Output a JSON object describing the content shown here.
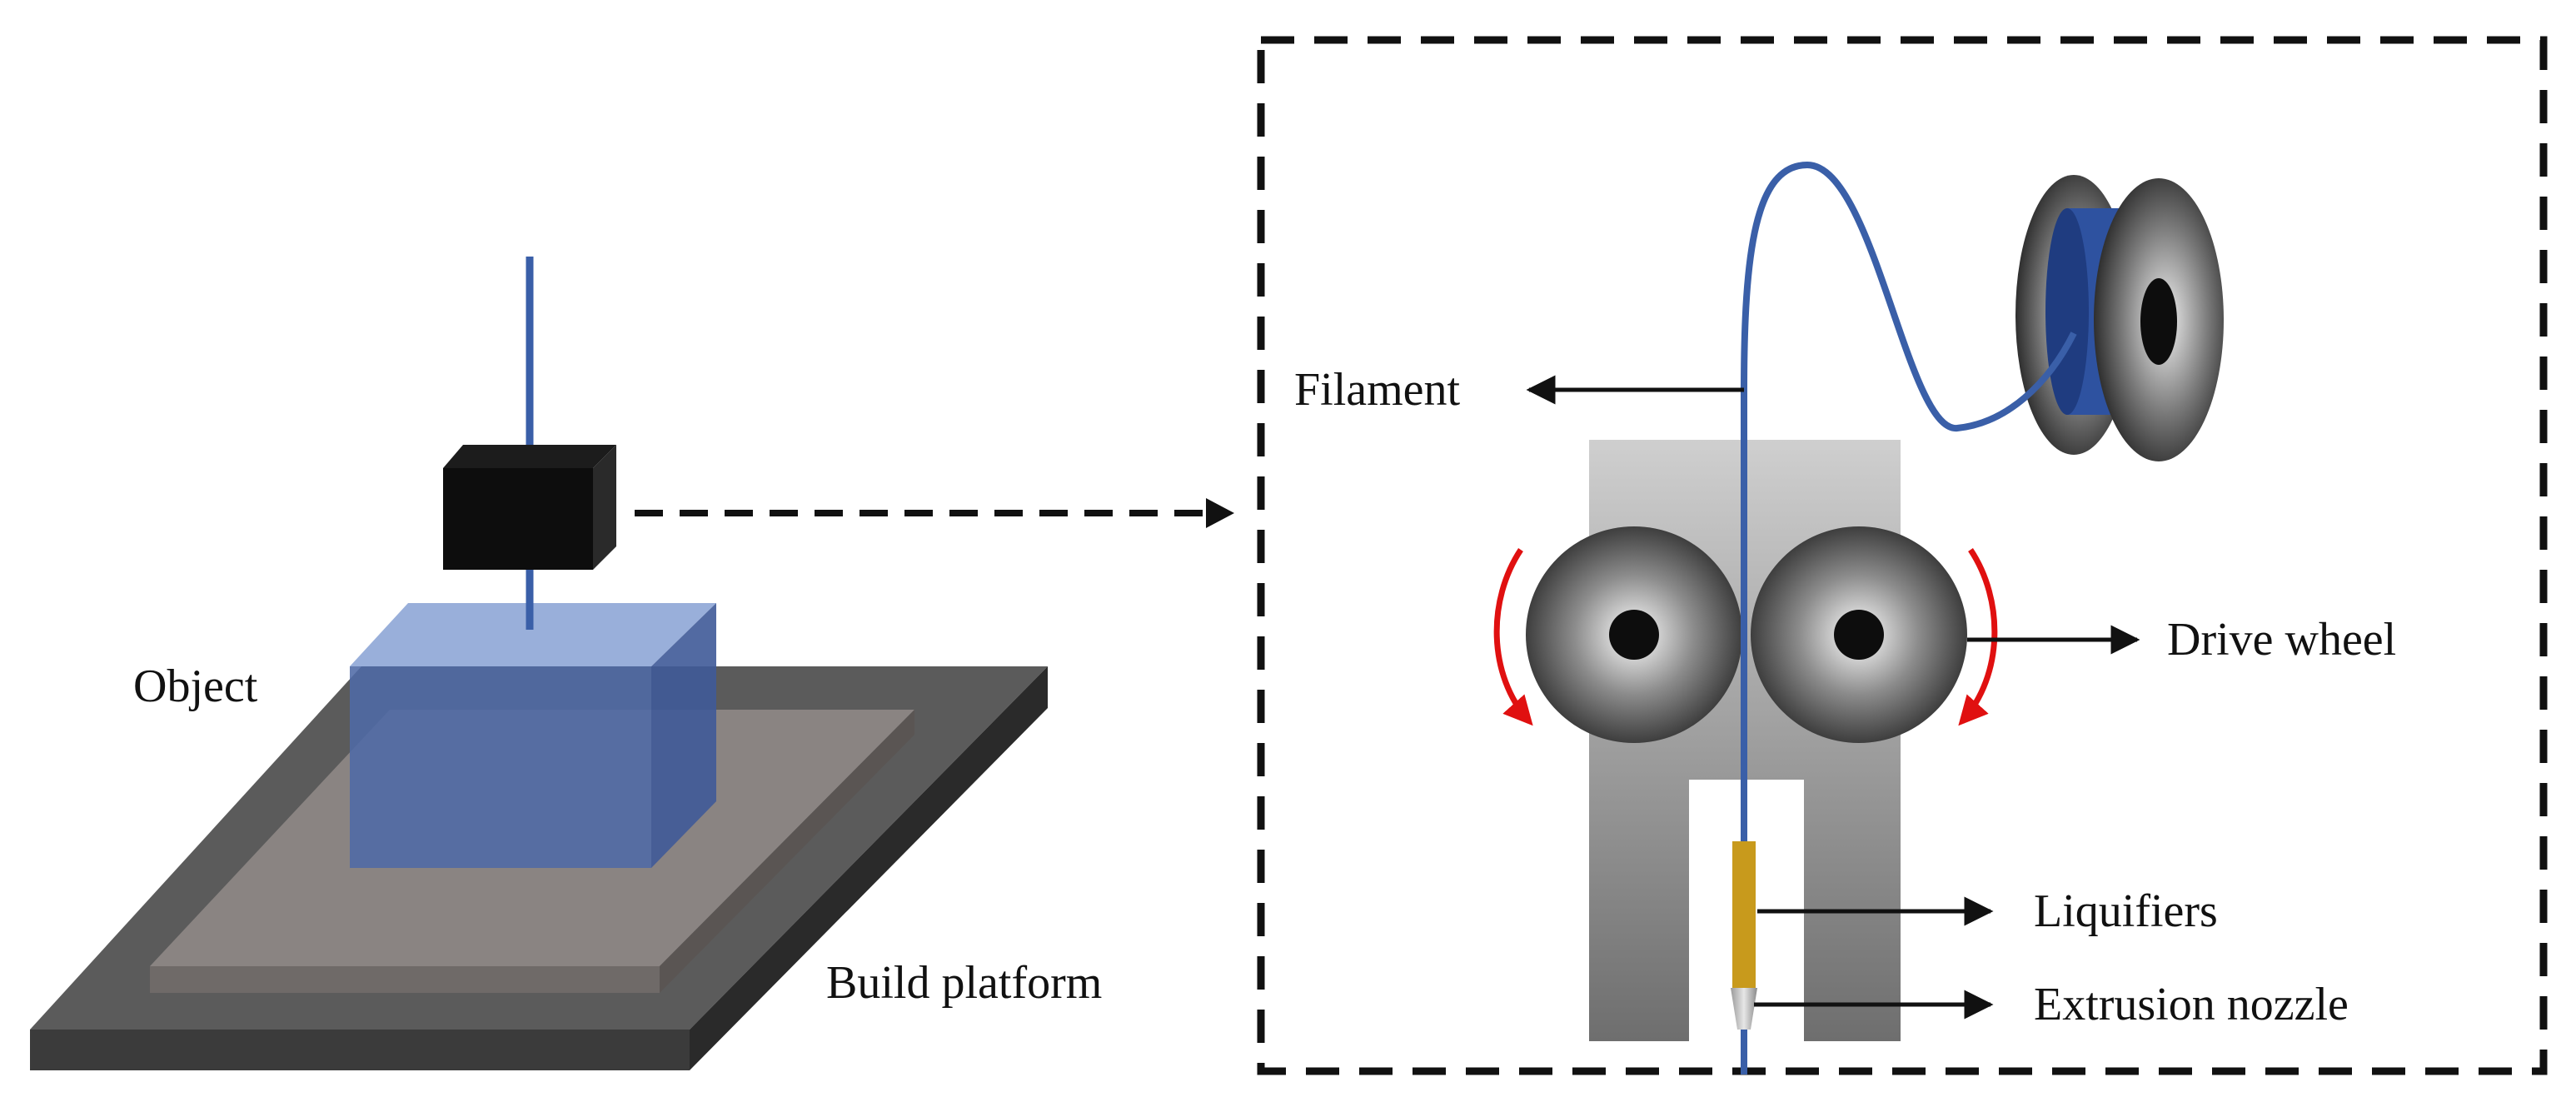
{
  "labels": {
    "object": "Object",
    "build_platform": "Build platform",
    "filament": "Filament",
    "drive_wheel": "Drive wheel",
    "liquifiers": "Liquifiers",
    "extrusion_nozzle": "Extrusion nozzle"
  },
  "colors": {
    "filament": "#3a5fa8",
    "object_fill": "#6f8fc8",
    "platform_base": "#5b5b5b",
    "platform_top": "#8a8482",
    "print_head": "#111111",
    "arrow_red": "#e01010",
    "liquifier": "#c89a1c"
  }
}
